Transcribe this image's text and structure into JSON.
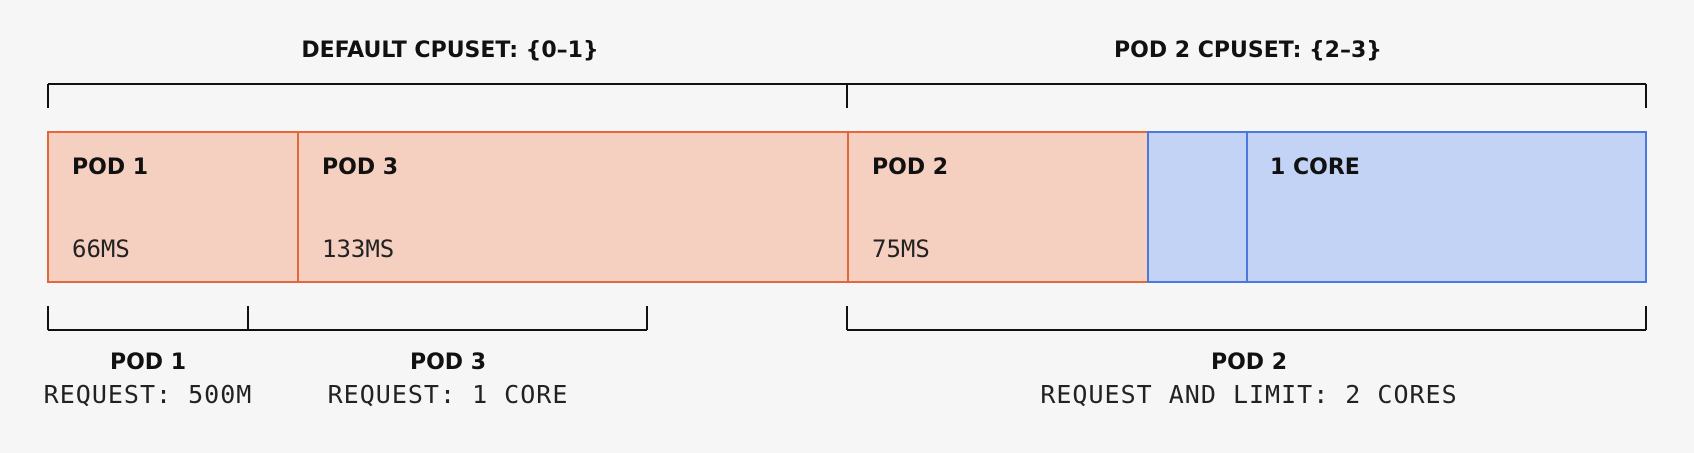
{
  "top_brackets": {
    "default_cpuset": "DEFAULT CPUSET: {0–1}",
    "pod2_cpuset": "POD 2 CPUSET: {2–3}"
  },
  "boxes": {
    "pod1": {
      "label": "POD 1",
      "value": "66MS"
    },
    "pod3": {
      "label": "POD 3",
      "value": "133MS"
    },
    "pod2": {
      "label": "POD 2",
      "value": "75MS"
    },
    "core": {
      "label": "1 CORE"
    }
  },
  "bottom_brackets": {
    "pod1": {
      "title": "POD 1",
      "text": "REQUEST: 500M"
    },
    "pod3": {
      "title": "POD 3",
      "text": "REQUEST: 1 CORE"
    },
    "pod2": {
      "title": "POD 2",
      "text": "REQUEST AND LIMIT: 2 CORES"
    }
  },
  "colors": {
    "orange_fill": "#f5cfc0",
    "orange_border": "#e2683c",
    "blue_fill": "#c2d3f6",
    "blue_border": "#4a78dc"
  }
}
